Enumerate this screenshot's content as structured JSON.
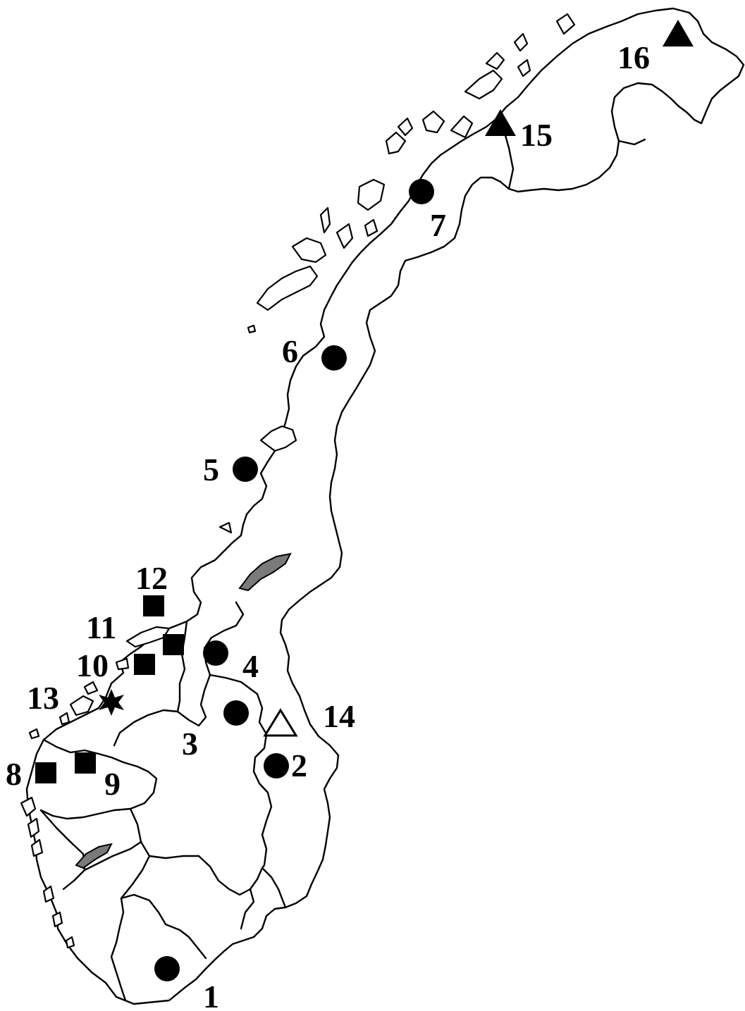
{
  "colors": {
    "outline": "#000000",
    "lake": "#7a7a7a",
    "marker_fill": "#000000",
    "background": "#ffffff"
  },
  "legend_symbols": {
    "filled-circle": "filled-circle-icon",
    "filled-square": "filled-square-icon",
    "filled-triangle": "filled-triangle-icon",
    "open-triangle": "open-triangle-icon",
    "star": "star-icon"
  },
  "sites": [
    {
      "id": "1",
      "label": "1",
      "symbol": "filled-circle"
    },
    {
      "id": "2",
      "label": "2",
      "symbol": "filled-circle"
    },
    {
      "id": "3",
      "label": "3",
      "symbol": "filled-circle"
    },
    {
      "id": "4",
      "label": "4",
      "symbol": "filled-circle"
    },
    {
      "id": "5",
      "label": "5",
      "symbol": "filled-circle"
    },
    {
      "id": "6",
      "label": "6",
      "symbol": "filled-circle"
    },
    {
      "id": "7",
      "label": "7",
      "symbol": "filled-circle"
    },
    {
      "id": "8",
      "label": "8",
      "symbol": "filled-square"
    },
    {
      "id": "9",
      "label": "9",
      "symbol": "filled-square"
    },
    {
      "id": "10",
      "label": "10",
      "symbol": "filled-square"
    },
    {
      "id": "11",
      "label": "11",
      "symbol": "filled-square"
    },
    {
      "id": "12",
      "label": "12",
      "symbol": "filled-square"
    },
    {
      "id": "13",
      "label": "13",
      "symbol": "star"
    },
    {
      "id": "14",
      "label": "14",
      "symbol": "open-triangle"
    },
    {
      "id": "15",
      "label": "15",
      "symbol": "filled-triangle"
    },
    {
      "id": "16",
      "label": "16",
      "symbol": "filled-triangle"
    }
  ]
}
